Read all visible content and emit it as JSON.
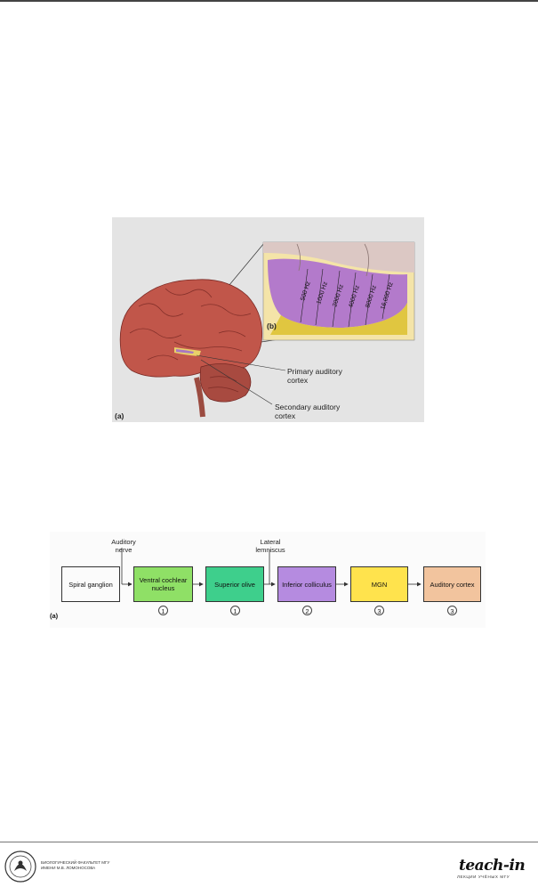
{
  "figure1": {
    "panel_a_label": "(a)",
    "panel_b_label": "(b)",
    "frequencies": [
      "500 Hz",
      "1000 Hz",
      "2000 Hz",
      "4000 Hz",
      "8000 Hz",
      "16,000 Hz"
    ],
    "primary_label": "Primary auditory cortex",
    "secondary_label": "Secondary auditory cortex"
  },
  "figure2": {
    "panel_label": "(a)",
    "auditory_nerve": "Auditory nerve",
    "lateral_lemniscus": "Lateral lemniscus",
    "boxes": [
      {
        "label": "Spiral ganglion",
        "color": "#ffffff",
        "num": ""
      },
      {
        "label": "Ventral cochlear nucleus",
        "color": "#8fe066",
        "num": "1"
      },
      {
        "label": "Superior olive",
        "color": "#3ecf8c",
        "num": "1"
      },
      {
        "label": "Inferior colliculus",
        "color": "#b58be0",
        "num": "2"
      },
      {
        "label": "MGN",
        "color": "#ffe34d",
        "num": "3"
      },
      {
        "label": "Auditory cortex",
        "color": "#f2c49e",
        "num": "3"
      }
    ]
  },
  "footer": {
    "faculty_text": "Биологический факультет МГУ имени М.В. Ломоносова",
    "brand": "teach-in",
    "brand_sub": "лекции учёных мгу"
  }
}
